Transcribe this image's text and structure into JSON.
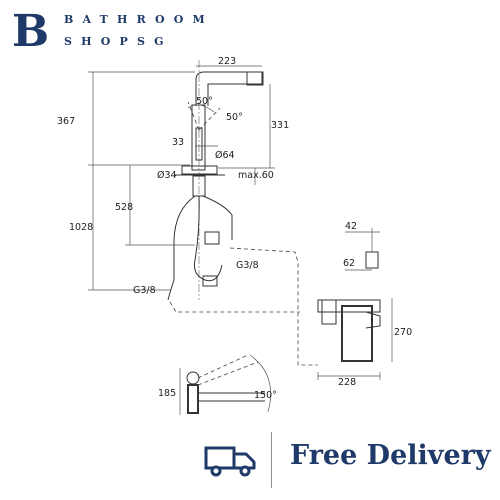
{
  "brand": {
    "logo_letter": "B",
    "line1": "BATHROOM",
    "line2": "SHOPSG",
    "color": "#1f3a68"
  },
  "drawing": {
    "dimensions": {
      "spout_width": "223",
      "height_top": "367",
      "spout_height": "331",
      "angle_50_a": "50°",
      "angle_50_b": "50°",
      "d33": "33",
      "d64": "Ø64",
      "d34": "Ø34",
      "max60": "max.60",
      "d528": "528",
      "d1028": "1028",
      "g38_a": "G3/8",
      "g38_b": "G3/8",
      "d42": "42",
      "d62": "62",
      "d270": "270",
      "d228": "228",
      "d185": "185",
      "angle150": "150°"
    }
  },
  "footer": {
    "truck_icon": "delivery-truck-icon",
    "delivery_label": "Free Delivery",
    "color": "#1f3a68"
  }
}
